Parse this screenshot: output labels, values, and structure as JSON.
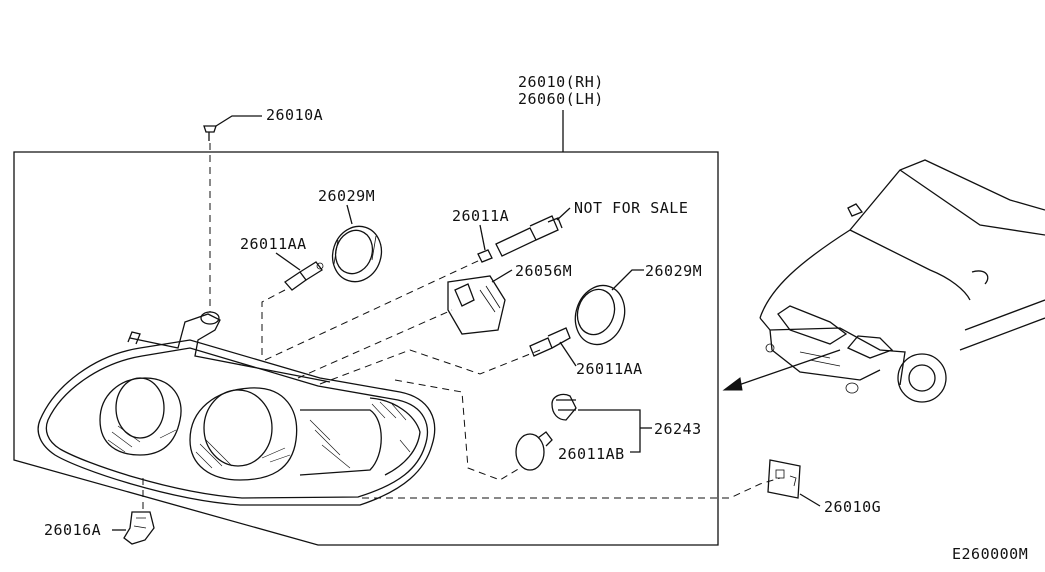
{
  "labels": {
    "assembly_rh": "26010(RH)",
    "assembly_lh": "26060(LH)",
    "screw": "26010A",
    "gasket_left": "26029M",
    "bulb_left": "26011AA",
    "bulb_top": "26011A",
    "not_for_sale": "NOT FOR SALE",
    "socket": "26056M",
    "gasket_right": "26029M",
    "bulb_right": "26011AA",
    "side_bulb_set": "26243",
    "side_bulb": "26011AB",
    "bracket": "26016A",
    "clip": "26010G",
    "diagram_code": "E260000M"
  },
  "icons": {
    "headlamp": "headlamp-assembly-icon",
    "car": "car-front-icon"
  }
}
